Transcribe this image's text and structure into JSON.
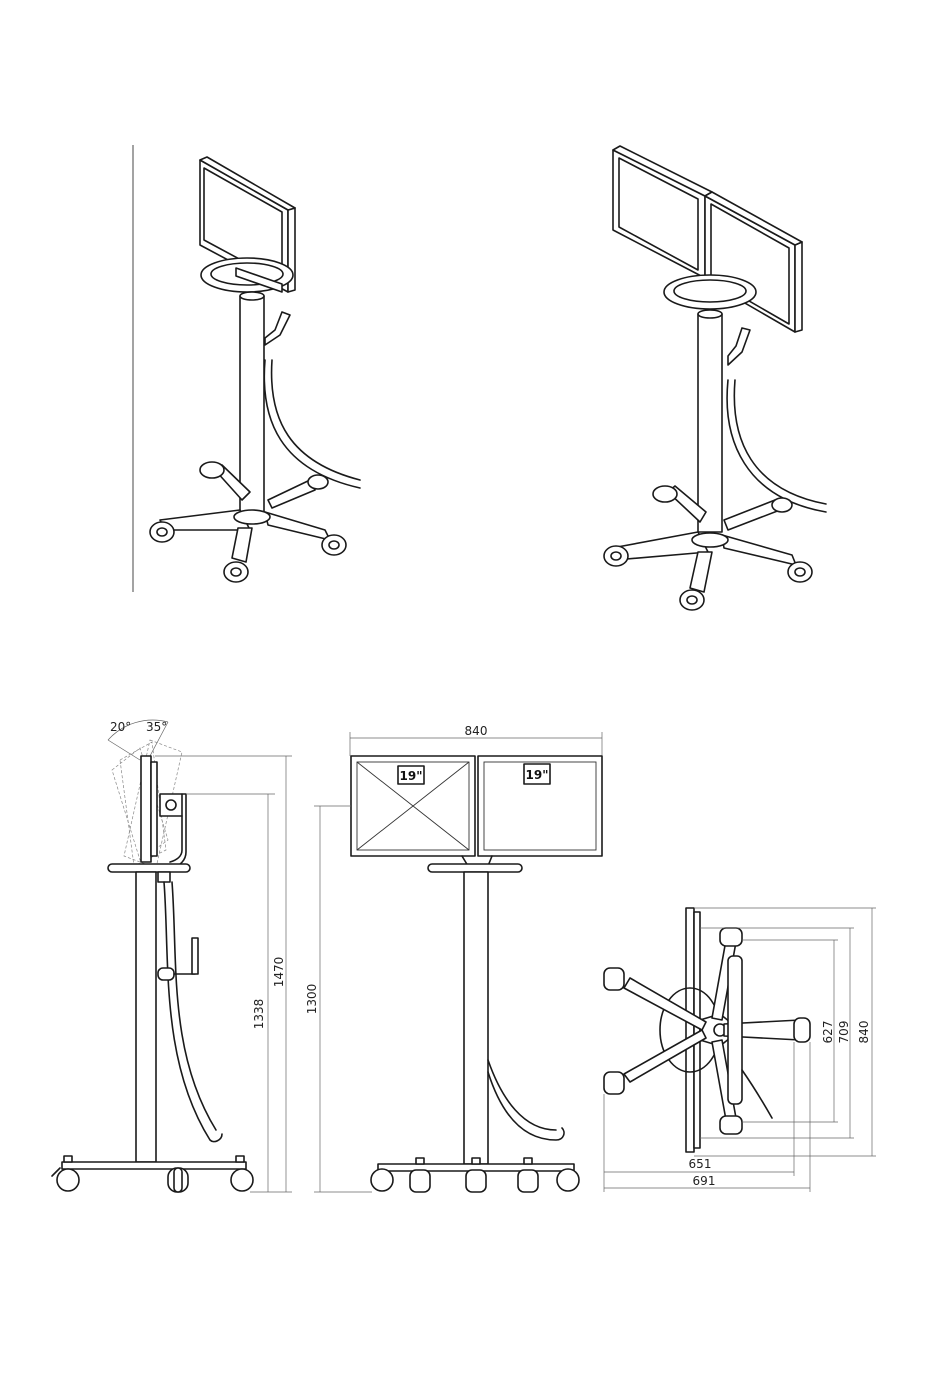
{
  "views": {
    "side": {
      "tilt_back_angle": "20°",
      "tilt_forward_angle": "35°",
      "height_mount": "1338",
      "height_total": "1470"
    },
    "front": {
      "overall_width": "840",
      "screen_left_size": "19\"",
      "screen_right_size": "19\"",
      "height_bottom_edge": "1300"
    },
    "top": {
      "depth_627": "627",
      "depth_709": "709",
      "depth_840": "840",
      "width_651": "651",
      "width_691": "691"
    }
  }
}
